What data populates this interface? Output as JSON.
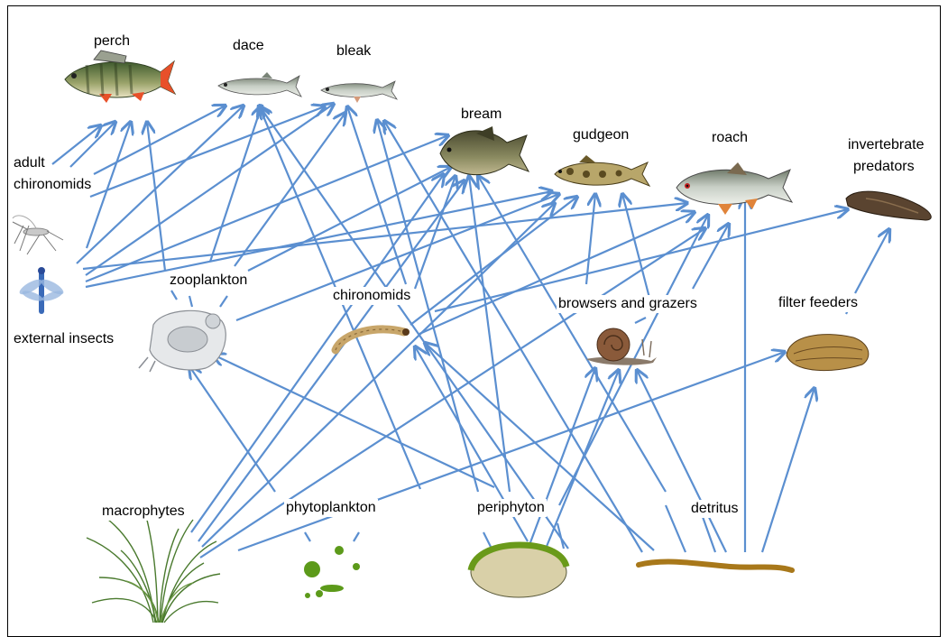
{
  "labels": {
    "perch": "perch",
    "dace": "dace",
    "bleak": "bleak",
    "bream": "bream",
    "gudgeon": "gudgeon",
    "roach": "roach",
    "invertebrate_predators_1": "invertebrate",
    "invertebrate_predators_2": "predators",
    "adult_chironomids_1": "adult",
    "adult_chironomids_2": "chironomids",
    "external_insects": "external insects",
    "zooplankton": "zooplankton",
    "chironomids": "chironomids",
    "browsers_and_grazers": "browsers and grazers",
    "filter_feeders": "filter feeders",
    "macrophytes": "macrophytes",
    "phytoplankton": "phytoplankton",
    "periphyton": "periphyton",
    "detritus": "detritus"
  },
  "colors": {
    "arrow": "#5b8fd0",
    "fish_body": "#9aa39a",
    "perch_fin": "#e8502a",
    "grass": "#4a7a2e",
    "periphyton_fill": "#d9d0a8",
    "periphyton_edge": "#6a9a1a",
    "detritus": "#a8781a",
    "phyto": "#5c9a1a"
  }
}
